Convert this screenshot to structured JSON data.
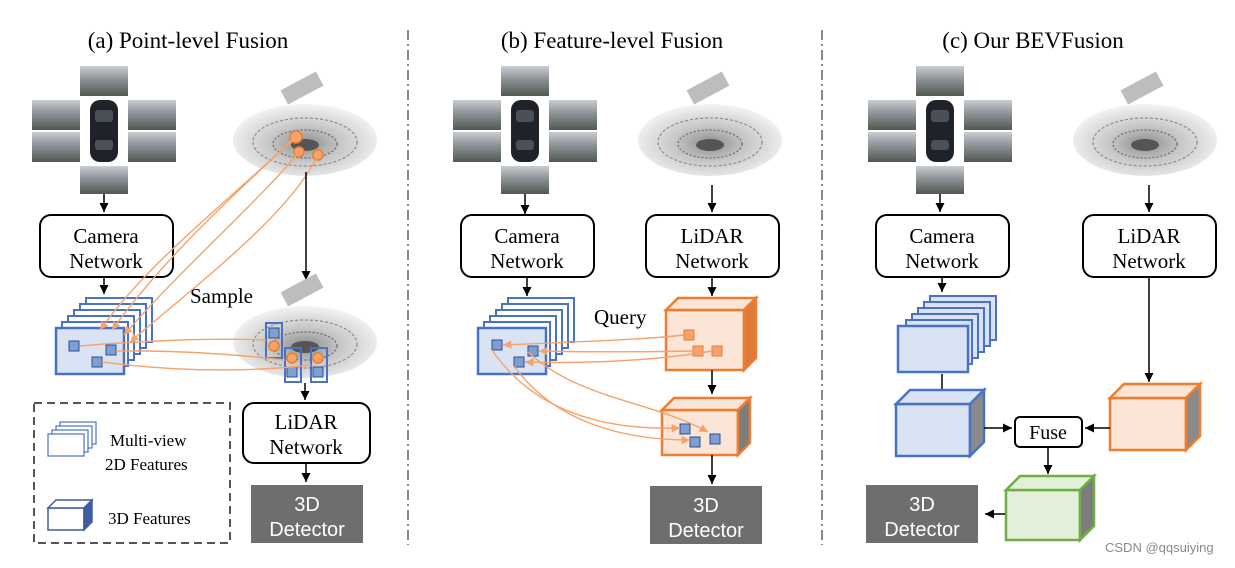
{
  "panels": {
    "a": {
      "title": "(a) Point-level Fusion"
    },
    "b": {
      "title": "(b) Feature-level Fusion"
    },
    "c": {
      "title": "(c) Our BEVFusion"
    }
  },
  "labels": {
    "camera_line1": "Camera",
    "camera_line2": "Network",
    "lidar_line1": "LiDAR",
    "lidar_line2": "Network",
    "detector_line1": "3D",
    "detector_line2": "Detector",
    "sample": "Sample",
    "query": "Query",
    "fuse": "Fuse"
  },
  "legend": {
    "multiview_line1": "Multi-view",
    "multiview_line2": "2D Features",
    "features3d": "3D Features"
  },
  "watermark": "CSDN @qqsuiying",
  "colors": {
    "blue_edge": "#4a72c4",
    "blue_fill": "#dae3f3",
    "blue_dark": "#3e5f9f",
    "orange_edge": "#ed7d31",
    "orange_fill": "#fbe5d6",
    "orange_dark": "#e07a3a",
    "green_edge": "#70ad47",
    "green_fill": "#e2f0d9",
    "detector_gray": "#6e6e6e",
    "cube_side_gray": "#9a9a9a",
    "dashdot_divider": "#888888"
  }
}
